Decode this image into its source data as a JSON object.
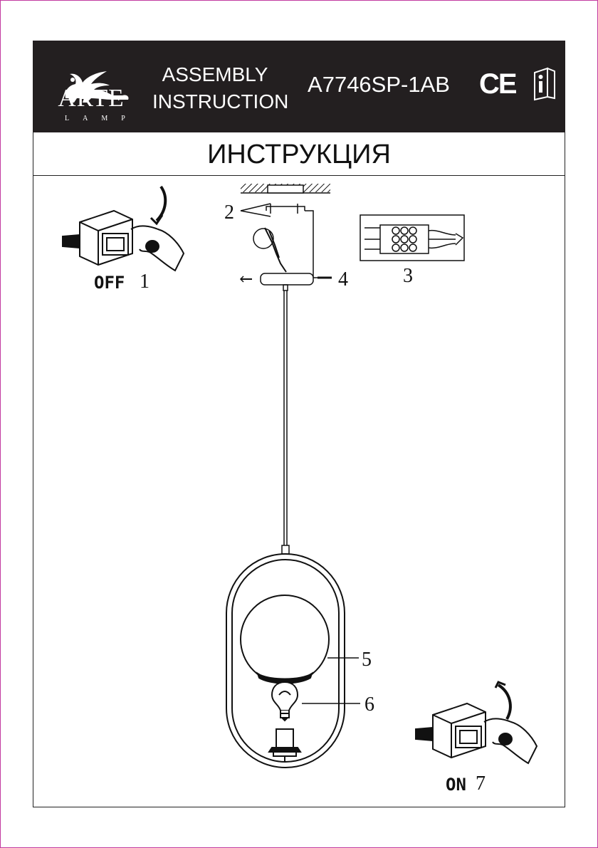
{
  "header": {
    "brand": "ARTE",
    "brand_sub": "LAMP",
    "assembly_line1": "ASSEMBLY",
    "assembly_line2": "INSTRUCTION",
    "model": "A7746SP-1AB",
    "ce_mark": "CE"
  },
  "title": "ИНСТРУКЦИЯ",
  "steps": {
    "off_text": "OFF",
    "off_num": "1",
    "label_2": "2",
    "label_3": "3",
    "label_4": "4",
    "label_5": "5",
    "label_6": "6",
    "on_text": "ON",
    "on_num": "7"
  },
  "icons": [
    "griffin-logo",
    "ce-mark",
    "manual-info-icon",
    "switch-off-icon",
    "switch-on-icon",
    "terminal-block-icon",
    "bulb-icon"
  ],
  "colors": {
    "header_bg": "#231f20",
    "border": "#c23aa0",
    "ink": "#111111"
  }
}
